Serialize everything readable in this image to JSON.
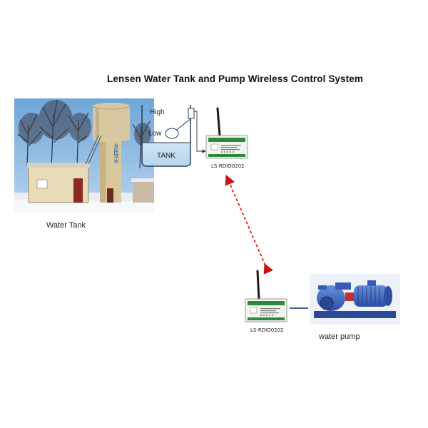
{
  "title": "Lensen Water Tank and Pump Wireless Control System",
  "water_tank_caption": "Water Tank",
  "tank_diagram": {
    "high_label": "High",
    "low_label": "Low",
    "tank_label": "TANK"
  },
  "device_top_label": "LS-RDIO0202",
  "device_bottom_label": "LS-RDIO0202",
  "pump_caption": "water pump",
  "photo_sign_text": "全民饮水",
  "link": {
    "style": "dashed",
    "color": "#dd2222"
  }
}
